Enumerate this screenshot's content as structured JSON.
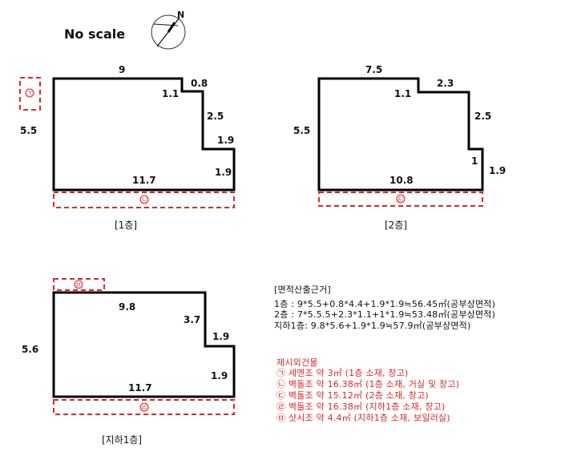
{
  "scale_label": "No scale",
  "compass_letter": "N",
  "colors": {
    "outline": "#000000",
    "attached": "#d62a2a",
    "text": "#111111"
  },
  "floor1": {
    "caption": "[1층]",
    "dims": {
      "top": "9",
      "step_in": "1.1",
      "step_top": "0.8",
      "right_upper": "2.5",
      "notch": "1.9",
      "right_lower": "1.9",
      "bottom": "11.7",
      "left": "5.5"
    },
    "markers": {
      "a": "㉠",
      "b": "㉡"
    }
  },
  "floor2": {
    "caption": "[2층]",
    "dims": {
      "top": "7.5",
      "step_in": "1.1",
      "step_top": "2.3",
      "right_upper": "2.5",
      "notch": "1",
      "right_lower": "1.9",
      "bottom": "10.8",
      "left": "5.5"
    },
    "markers": {
      "c": "㉢"
    }
  },
  "basement": {
    "caption": "[지하1층]",
    "dims": {
      "top": "9.8",
      "right_upper": "3.7",
      "notch": "1.9",
      "right_lower": "1.9",
      "bottom": "11.7",
      "left": "5.6"
    },
    "markers": {
      "d": "㉣",
      "e": "㉤"
    }
  },
  "area_calc": {
    "heading": "[면적산출근거]",
    "lines": [
      "1층 : 9*5.5+0.8*4.4+1.9*1.9≒56.45㎡(공부상면적)",
      "2층 : 7*5.5.5+2.3*1.1+1*1.9≒53.48㎡(공부상면적)",
      "지하1층: 9.8*5.6+1.9*1.9≒57.9㎡(공부상면적)"
    ]
  },
  "excluded": {
    "heading": "제시외건물",
    "items": [
      "㉠ 세멘조 약 3㎡ (1층 소재, 창고)",
      "㉡ 벽돌조 약 16.38㎡ (1층 소재, 거실 및 창고)",
      "㉢ 벽돌조 약 15.12㎡ (2층 소재, 창고)",
      "㉣ 벽돌조 약 16.38㎡ (지하1층 소재, 창고)",
      "㉤ 샷시조 약 4.4㎡ (지하1층 소재, 보일러실)"
    ]
  }
}
